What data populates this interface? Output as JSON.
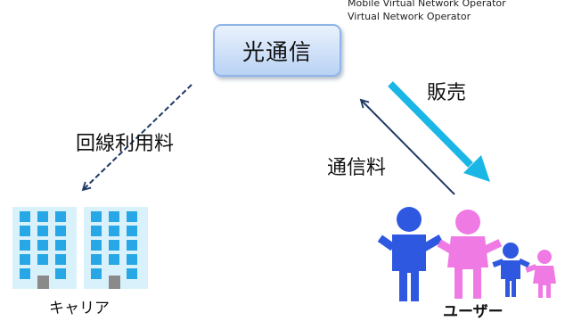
{
  "top_note": {
    "line1": "Mobile Virtual Network Operator",
    "line2": "Virtual Network Operator"
  },
  "center_box": {
    "label": "光通信"
  },
  "labels": {
    "line_fee": "回線利用料",
    "sales": "販売",
    "communication_fee": "通信料",
    "carrier": "キャリア",
    "user": "ユーザー"
  },
  "colors": {
    "box_fill_top": "#eaf2fd",
    "box_fill_bottom": "#b9d2f4",
    "box_border": "#8fb4e8",
    "arrow_dark_blue": "#1f3864",
    "arrow_cyan": "#19b6e6",
    "building_face": "#d9f1fb",
    "building_window": "#27a7e6",
    "building_door": "#8a8a8a",
    "person_blue": "#2f58e0",
    "person_pink": "#f07ae4"
  },
  "icons": {
    "carrier": "office-building-icon",
    "users": "family-icon"
  }
}
